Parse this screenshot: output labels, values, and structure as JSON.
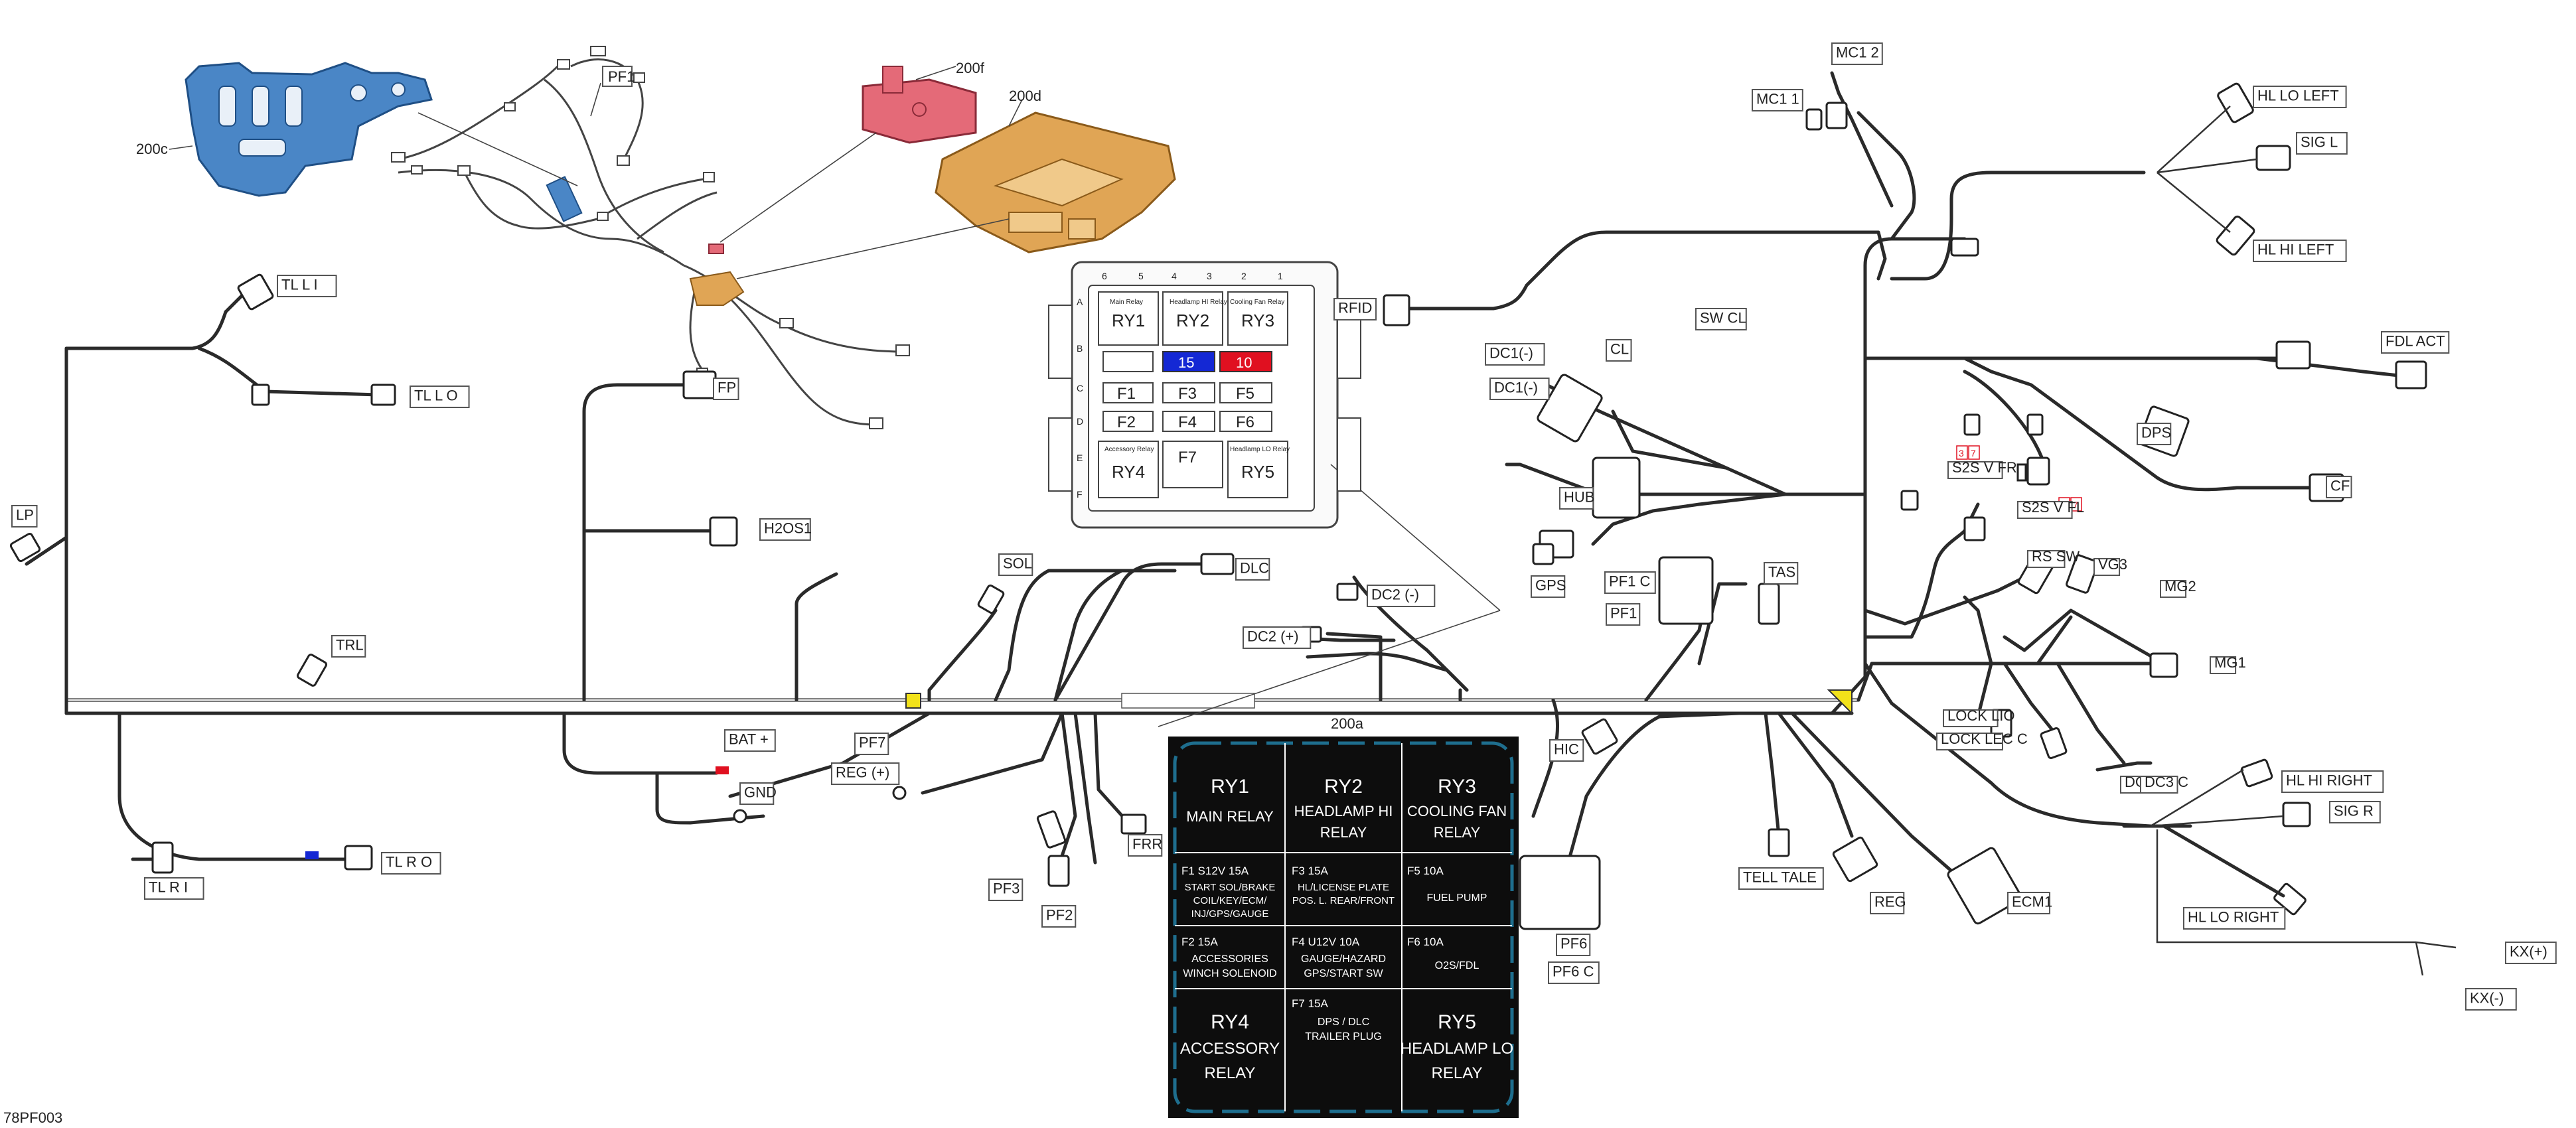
{
  "figure_code": "78PF003",
  "connectors": [
    {
      "id": "mc12",
      "label": "MC1 2"
    },
    {
      "id": "mc11",
      "label": "MC1 1"
    },
    {
      "id": "hl_lo_left",
      "label": "HL LO LEFT"
    },
    {
      "id": "sig_l",
      "label": "SIG L"
    },
    {
      "id": "hl_hi_left",
      "label": "HL HI LEFT"
    },
    {
      "id": "rfid",
      "label": "RFID"
    },
    {
      "id": "tl_l_i",
      "label": "TL L I"
    },
    {
      "id": "tl_l_o",
      "label": "TL L O"
    },
    {
      "id": "fp",
      "label": "FP"
    },
    {
      "id": "lp",
      "label": "LP"
    },
    {
      "id": "h2os1",
      "label": "H2OS1"
    },
    {
      "id": "trl",
      "label": "TRL"
    },
    {
      "id": "sol",
      "label": "SOL"
    },
    {
      "id": "dlc",
      "label": "DLC"
    },
    {
      "id": "dc2m",
      "label": "DC2 (-)"
    },
    {
      "id": "dc2p",
      "label": "DC2 (+)"
    },
    {
      "id": "bat_p",
      "label": "BAT +"
    },
    {
      "id": "gnd",
      "label": "GND"
    },
    {
      "id": "pf7",
      "label": "PF7"
    },
    {
      "id": "reg_p",
      "label": "REG (+)"
    },
    {
      "id": "frr",
      "label": "FRR"
    },
    {
      "id": "pf3",
      "label": "PF3"
    },
    {
      "id": "pf2",
      "label": "PF2"
    },
    {
      "id": "tl_r_i",
      "label": "TL R I"
    },
    {
      "id": "tl_r_o",
      "label": "TL R O"
    },
    {
      "id": "dc1m",
      "label": "DC1(-)"
    },
    {
      "id": "dc1m2",
      "label": "DC1(-)"
    },
    {
      "id": "cl",
      "label": "CL"
    },
    {
      "id": "sw_cl",
      "label": "SW CL"
    },
    {
      "id": "hub",
      "label": "HUB"
    },
    {
      "id": "gps",
      "label": "GPS"
    },
    {
      "id": "pf1c",
      "label": "PF1 C"
    },
    {
      "id": "pf1",
      "label": "PF1"
    },
    {
      "id": "tas",
      "label": "TAS"
    },
    {
      "id": "hic",
      "label": "HIC"
    },
    {
      "id": "pf6",
      "label": "PF6"
    },
    {
      "id": "pf6c",
      "label": "PF6 C"
    },
    {
      "id": "tell_tale",
      "label": "TELL TALE"
    },
    {
      "id": "reg",
      "label": "REG"
    },
    {
      "id": "ecm1",
      "label": "ECM1"
    },
    {
      "id": "fdl_act",
      "label": "FDL ACT"
    },
    {
      "id": "dps",
      "label": "DPS"
    },
    {
      "id": "cf",
      "label": "CF"
    },
    {
      "id": "s2s_v_fr",
      "label": "S2S V FR"
    },
    {
      "id": "s2s_v_fl",
      "label": "S2S V FL"
    },
    {
      "id": "rs_sw",
      "label": "RS SW"
    },
    {
      "id": "vg3",
      "label": "VG3"
    },
    {
      "id": "mg2",
      "label": "MG2"
    },
    {
      "id": "mg1",
      "label": "MG1"
    },
    {
      "id": "lock_lio",
      "label": "LOCK LIO"
    },
    {
      "id": "lock_lec",
      "label": "LOCK LEC C"
    },
    {
      "id": "dc3",
      "label": "DC3"
    },
    {
      "id": "dc3c",
      "label": "DC3 C"
    },
    {
      "id": "hl_hi_right",
      "label": "HL HI RIGHT"
    },
    {
      "id": "sig_r",
      "label": "SIG R"
    },
    {
      "id": "hl_lo_right",
      "label": "HL LO RIGHT"
    },
    {
      "id": "kx_p",
      "label": "KX(+)"
    },
    {
      "id": "kx_m",
      "label": "KX(-)"
    }
  ],
  "callouts": {
    "c200a": "200a",
    "c200c": "200c",
    "c200d": "200d",
    "c200f": "200f",
    "pf1_top": "PF1"
  },
  "s2s_tags": [
    "3",
    "7"
  ],
  "relay_box": {
    "relays": [
      "RY1",
      "RY2",
      "RY3",
      "RY4",
      "RY5"
    ],
    "fuses": [
      "F1",
      "F2",
      "F3",
      "F4",
      "F5",
      "F6",
      "F7"
    ],
    "relay_small": {
      "ry1": "Main Relay",
      "ry2": "Headlamp HI Relay",
      "ry3": "Cooling Fan Relay",
      "ry4": "Accessory Relay",
      "ry5": "Headlamp LO Relay"
    },
    "pins_top": [
      "6",
      "5",
      "4",
      "3",
      "2",
      "1"
    ],
    "pins_left": [
      "A",
      "B",
      "C",
      "D",
      "E",
      "F"
    ],
    "spare_15": "15",
    "spare_10": "10"
  },
  "legend": {
    "ry1": {
      "name": "RY1",
      "desc": "MAIN RELAY"
    },
    "ry2": {
      "name": "RY2",
      "desc1": "HEADLAMP HI",
      "desc2": "RELAY"
    },
    "ry3": {
      "name": "RY3",
      "desc1": "COOLING FAN",
      "desc2": "RELAY"
    },
    "f1": {
      "head": "F1   S12V   15A",
      "l1": "START SOL/BRAKE",
      "l2": "COIL/KEY/ECM/",
      "l3": "INJ/GPS/GAUGE"
    },
    "f3": {
      "head": "F3                15A",
      "l1": "HL/LICENSE PLATE",
      "l2": "POS. L. REAR/FRONT"
    },
    "f5": {
      "head": "F5             10A",
      "l1": "FUEL PUMP"
    },
    "f2": {
      "head": "F2                15A",
      "l1": "ACCESSORIES",
      "l2": "WINCH SOLENOID"
    },
    "f4": {
      "head": "F4   U12V   10A",
      "l1": "GAUGE/HAZARD",
      "l2": "GPS/START SW"
    },
    "f6": {
      "head": "F6             10A",
      "l1": "O2S/FDL"
    },
    "ry4": {
      "name": "RY4",
      "desc1": "ACCESSORY",
      "desc2": "RELAY"
    },
    "f7": {
      "head": "F7                15A",
      "l1": "DPS / DLC",
      "l2": "TRAILER PLUG"
    },
    "ry5": {
      "name": "RY5",
      "desc1": "HEADLAMP LO",
      "desc2": "RELAY"
    }
  },
  "colors": {
    "legend_bg": "#0d0d0d",
    "legend_accent": "#1e6e8e",
    "fuse_blue": "#1428d4",
    "fuse_red": "#e01020",
    "bracket_blue": "#4a86c6",
    "cover_pink": "#e46a78",
    "tray_orange": "#e0a555",
    "splice_yellow": "#f2e21a"
  }
}
